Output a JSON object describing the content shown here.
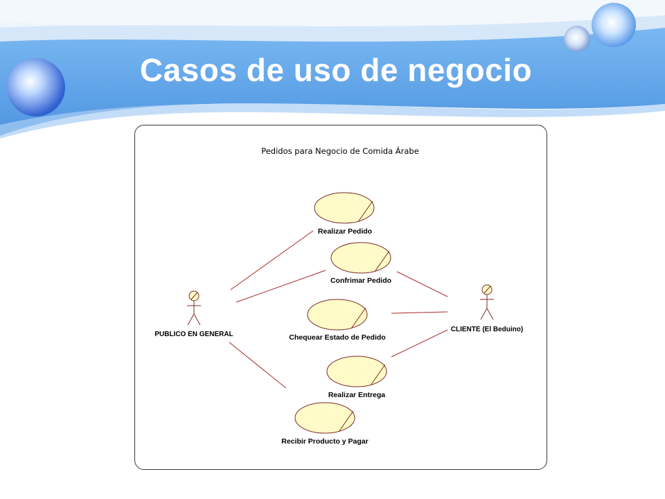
{
  "slide": {
    "title": "Casos de uso de negocio"
  },
  "diagram": {
    "title": "Pedidos para Negocio de Comida Árabe",
    "actors": {
      "publico": "PUBLICO EN GENERAL",
      "cliente": "CLIENTE (El Beduino)"
    },
    "use_cases": {
      "realizar_pedido": "Realizar Pedido",
      "confirmar_pedido": "Confrimar Pedido",
      "chequear_estado": "Chequear Estado de Pedido",
      "realizar_entrega": "Realizar Entrega",
      "recibir_producto": "Recibir Producto y Pagar"
    }
  },
  "colors": {
    "use_case_fill": "#fffbc8",
    "association_line": "#a52a2a",
    "header_band": "#5da2e8"
  }
}
